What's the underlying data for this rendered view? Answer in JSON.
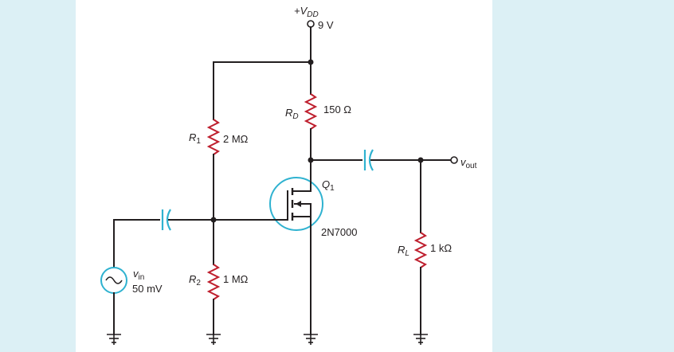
{
  "supply": {
    "name": "+V",
    "subscript": "DD",
    "value": "9 V"
  },
  "drain_resistor": {
    "name": "R",
    "subscript": "D",
    "value": "150 Ω"
  },
  "bias_resistor_top": {
    "name": "R",
    "subscript": "1",
    "value": "2 MΩ"
  },
  "bias_resistor_bottom": {
    "name": "R",
    "subscript": "2",
    "value": "1 MΩ"
  },
  "load_resistor": {
    "name": "R",
    "subscript": "L",
    "value": "1 kΩ"
  },
  "transistor": {
    "name": "Q",
    "subscript": "1",
    "part": "2N7000"
  },
  "input_source": {
    "name": "v",
    "subscript": "in",
    "value": "50 mV"
  },
  "output": {
    "name": "v",
    "subscript": "out"
  },
  "colors": {
    "wire": "#231f20",
    "resistor": "#be1e2d",
    "capacitor": "#2fb2d0",
    "mosfet_circle": "#2fb2d0",
    "side_panel": "#dcf0f5"
  }
}
